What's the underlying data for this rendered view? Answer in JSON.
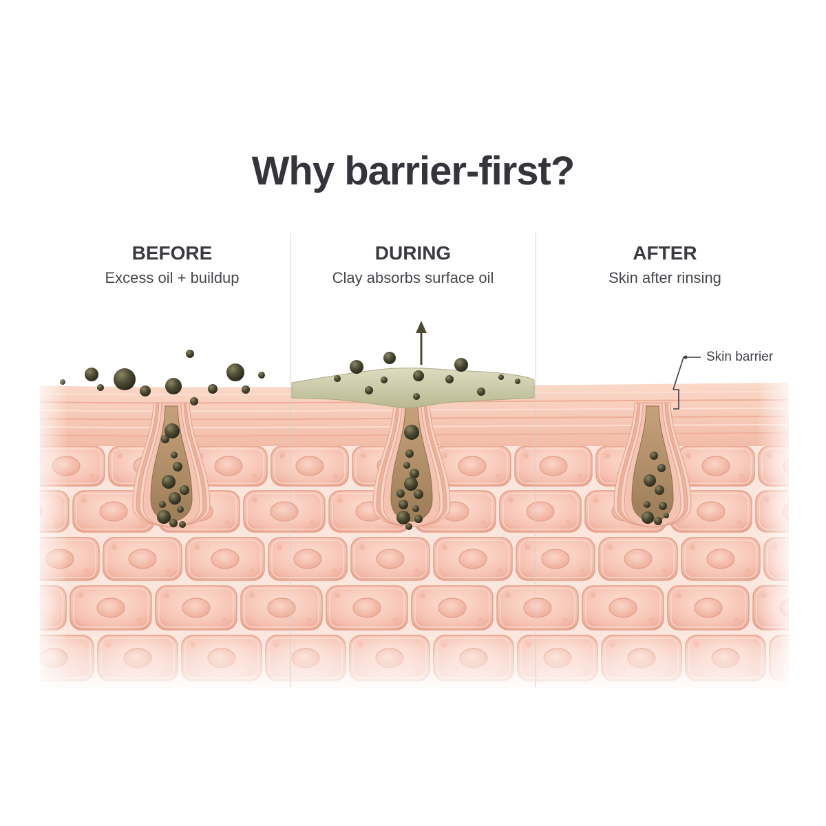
{
  "title": "Why barrier-first?",
  "panels": [
    {
      "heading": "BEFORE",
      "subtitle": "Excess oil + buildup"
    },
    {
      "heading": "DURING",
      "subtitle": "Clay absorbs surface oil"
    },
    {
      "heading": "AFTER",
      "subtitle": "Skin after rinsing"
    }
  ],
  "callout": {
    "label": "Skin barrier"
  },
  "colors": {
    "title": "#34353b",
    "skin_cell": "#f6c2b2",
    "skin_cell_edge": "#e6a18d",
    "nucleus": "#f2b4a3",
    "surface": "#f7cdbb",
    "oil_particle": "#4d4a33",
    "clay": "#cfcfb0",
    "pore_fill": "#a58763"
  },
  "icons": [
    "up-arrow-icon"
  ]
}
